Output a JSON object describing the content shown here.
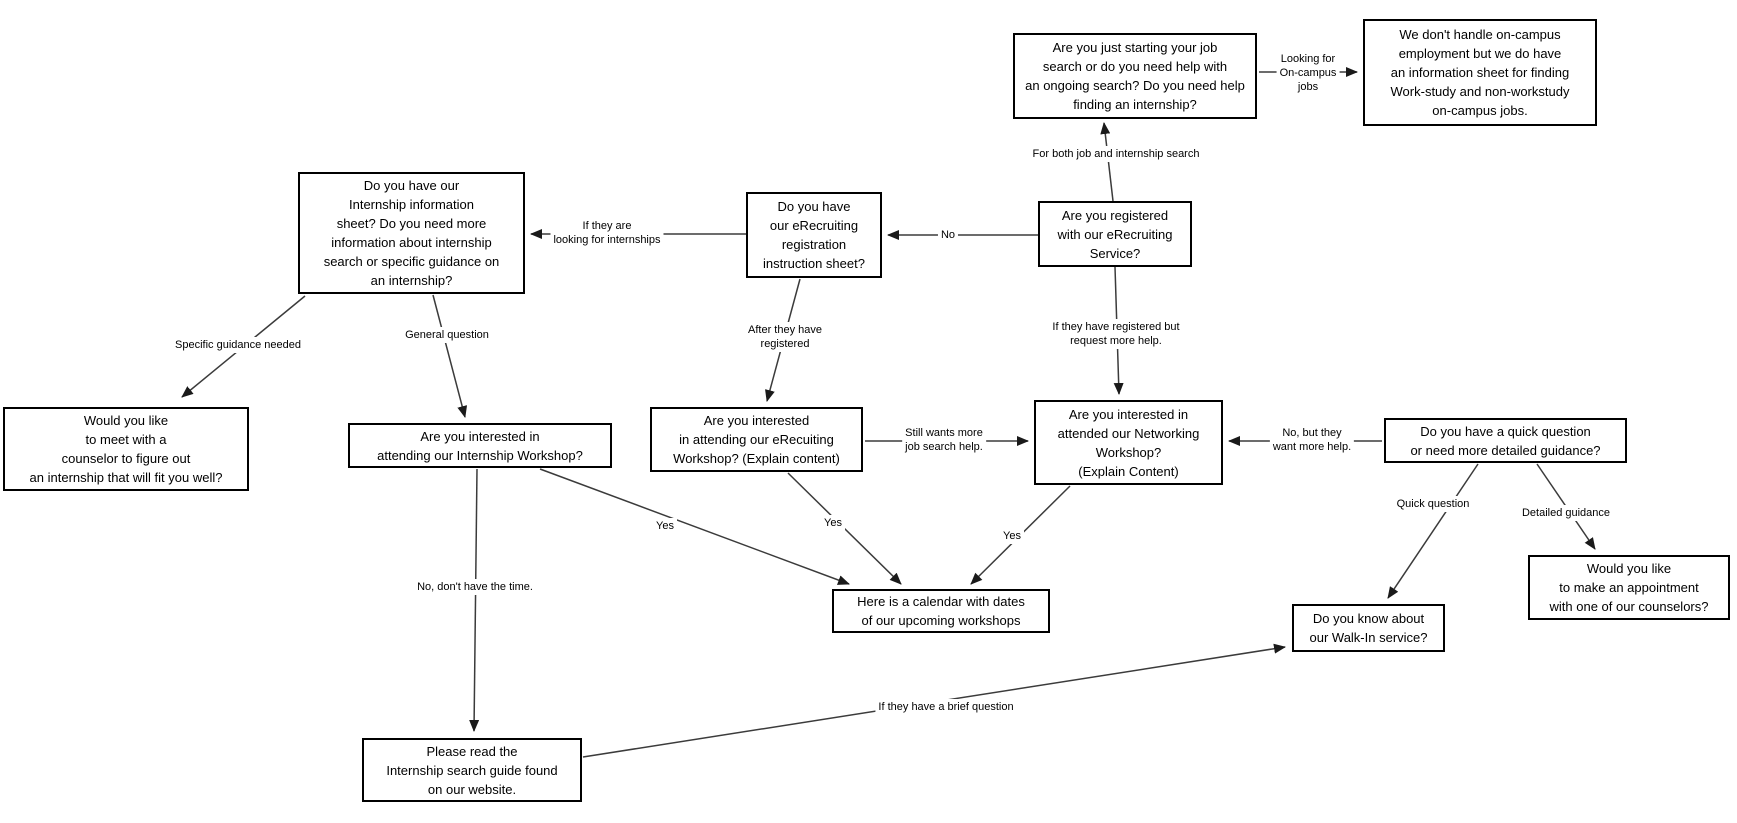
{
  "nodes": {
    "start": {
      "text": "Are you just starting your job\nsearch or do you need help with\nan ongoing search? Do you need help\nfinding an internship?"
    },
    "oncampus_info": {
      "text": "We don't handle on-campus\nemployment but we do have\nan information sheet for finding\nWork-study and non-workstudy\non-campus jobs."
    },
    "registered": {
      "text": "Are you registered\nwith our eRecruiting\nService?"
    },
    "instruction_sheet": {
      "text": "Do you have\nour eRecruiting\nregistration\ninstruction sheet?"
    },
    "internship_info": {
      "text": "Do you have our\nInternship information\nsheet? Do you need more\ninformation about internship\nsearch or specific guidance on\nan internship?"
    },
    "meet_counselor": {
      "text": "Would you like\nto meet with a\ncounselor to figure out\nan internship that will fit you well?"
    },
    "internship_workshop": {
      "text": "Are you interested in\nattending our Internship Workshop?"
    },
    "search_guide": {
      "text": "Please read the\nInternship search guide found\non our website."
    },
    "erecruiting_workshop": {
      "text": "Are you interested\nin attending our eRecuiting\nWorkshop? (Explain content)"
    },
    "networking_workshop": {
      "text": "Are you interested in\nattended our Networking\nWorkshop?\n(Explain Content)"
    },
    "quick_or_detailed": {
      "text": "Do you have a quick question\nor need more detailed guidance?"
    },
    "calendar": {
      "text": "Here is a calendar with dates\nof our upcoming workshops"
    },
    "walk_in": {
      "text": "Do you know about\nour Walk-In service?"
    },
    "appointment": {
      "text": "Would you like\nto make an appointment\nwith one of our counselors?"
    }
  },
  "edge_labels": {
    "looking_oncampus": "Looking for\nOn-campus\njobs",
    "for_both": "For both job and internship search",
    "no": "No",
    "if_looking_internships": "If they are\nlooking for internships",
    "after_registered": "After they have\nregistered",
    "if_registered_more_help": "If they have registered but\nrequest more help.",
    "specific_guidance": "Specific guidance needed",
    "general_question": "General question",
    "still_wants_help": "Still wants more\njob search help.",
    "no_but_more_help": "No, but they\nwant more help.",
    "quick_question": "Quick question",
    "detailed_guidance": "Detailed guidance",
    "yes_internship": "Yes",
    "yes_erecruiting": "Yes",
    "yes_networking": "Yes",
    "no_time": "No, don't have the time.",
    "brief_question": "If they have a brief question"
  },
  "colors": {
    "background": "#ffffff",
    "box_border": "#000000",
    "line": "#3b3b3b",
    "text": "#000000"
  }
}
